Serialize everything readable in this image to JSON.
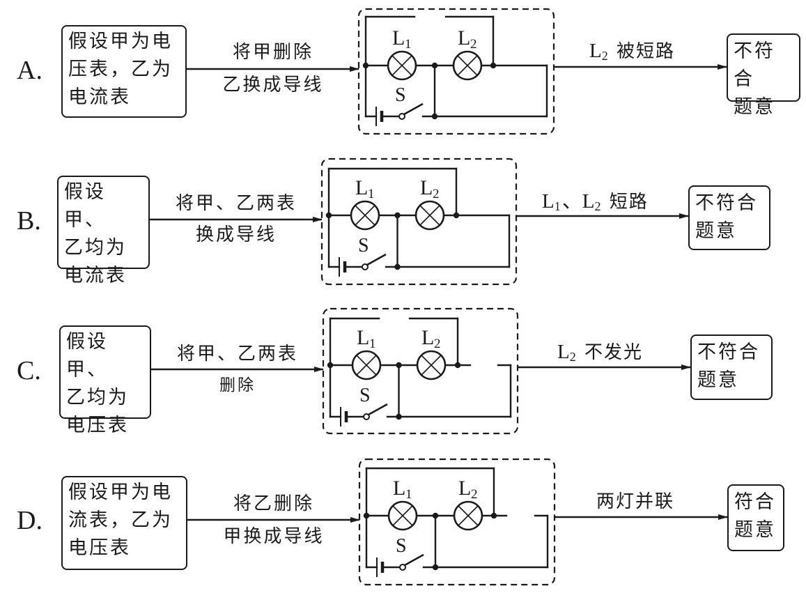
{
  "title": "甲、乙电表假设分析（电路图推理）",
  "colors": {
    "ink": "#1a1a1a",
    "background": "#ffffff"
  },
  "options": [
    {
      "label": "A.",
      "assumption": "假设甲为电\n压表，乙为\n电流表",
      "operation_line1": "将甲删除",
      "operation_line2": "乙换成导线",
      "circuit": {
        "lamp1": "L",
        "lamp1_sub": "1",
        "lamp2": "L",
        "lamp2_sub": "2",
        "switch": "S",
        "top_left_wire": "open",
        "top_right_wire": "connected-around-L2",
        "right_gap": false
      },
      "result_label": "L",
      "result_sub": "2",
      "result_text": " 被短路",
      "verdict": "不符合\n题意"
    },
    {
      "label": "B.",
      "assumption": "假设甲、\n乙均为\n电流表",
      "operation_line1": "将甲、乙两表",
      "operation_line2": "换成导线",
      "circuit": {
        "lamp1": "L",
        "lamp1_sub": "1",
        "lamp2": "L",
        "lamp2_sub": "2",
        "switch": "S",
        "top_left_wire": "connected",
        "top_right_wire": "connected",
        "right_gap": false
      },
      "result_label": "L",
      "result_sub": "1",
      "result_mid": "、L",
      "result_sub2": "2",
      "result_text": " 短路",
      "verdict": "不符合\n题意"
    },
    {
      "label": "C.",
      "assumption": "假设甲、\n乙均为\n电压表",
      "operation_line1": "将甲、乙两表",
      "operation_line2": "删除",
      "circuit": {
        "lamp1": "L",
        "lamp1_sub": "1",
        "lamp2": "L",
        "lamp2_sub": "2",
        "switch": "S",
        "top_left_wire": "open",
        "top_right_wire": "open",
        "right_gap": true
      },
      "result_label": "L",
      "result_sub": "2",
      "result_text": " 不发光",
      "verdict": "不符合\n题意"
    },
    {
      "label": "D.",
      "assumption": "假设甲为电\n流表，乙为\n电压表",
      "operation_line1": "将乙删除",
      "operation_line2": "甲换成导线",
      "circuit": {
        "lamp1": "L",
        "lamp1_sub": "1",
        "lamp2": "L",
        "lamp2_sub": "2",
        "switch": "S",
        "top_left_wire": "connected",
        "top_right_wire": "connected",
        "right_gap": true
      },
      "result_label": "",
      "result_sub": "",
      "result_text": "两灯并联",
      "verdict": "符合\n题意"
    }
  ]
}
